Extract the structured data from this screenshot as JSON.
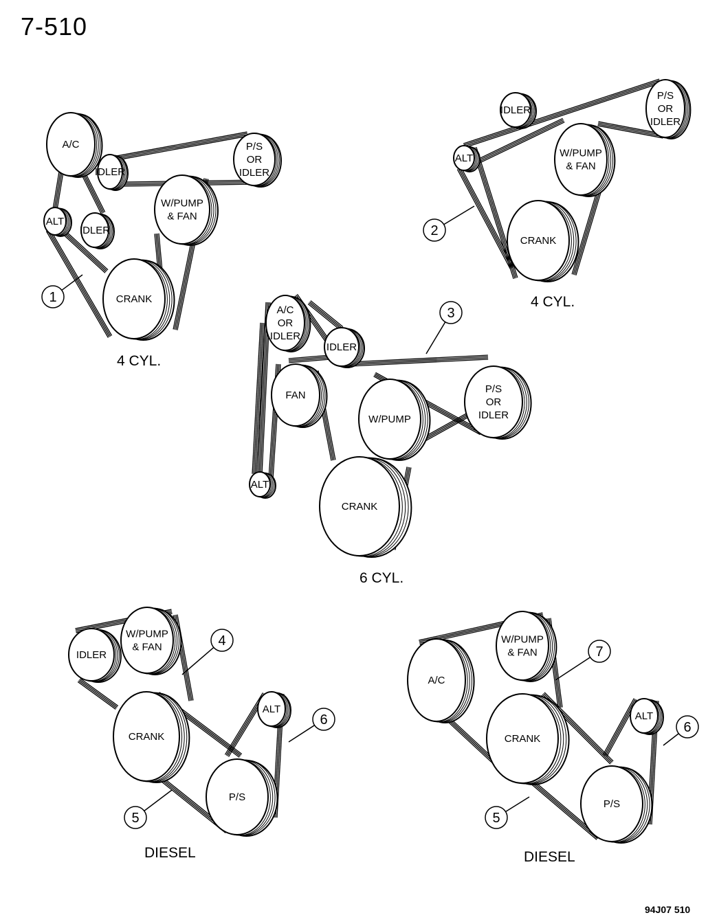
{
  "page_number": "7-510",
  "figure_code": "94J07 510",
  "diagrams": [
    {
      "caption": "4 CYL.",
      "pulleys": [
        {
          "label_lines": [
            "A/C"
          ]
        },
        {
          "label_lines": [
            "IDLER"
          ]
        },
        {
          "label_lines": [
            "P/S",
            "OR",
            "IDLER"
          ]
        },
        {
          "label_lines": [
            "ALT"
          ]
        },
        {
          "label_lines": [
            "IDLER"
          ]
        },
        {
          "label_lines": [
            "W/PUMP",
            "& FAN"
          ]
        },
        {
          "label_lines": [
            "CRANK"
          ]
        }
      ],
      "callouts": [
        "1"
      ]
    },
    {
      "caption": "4 CYL.",
      "pulleys": [
        {
          "label_lines": [
            "IDLER"
          ]
        },
        {
          "label_lines": [
            "P/S",
            "OR",
            "IDLER"
          ]
        },
        {
          "label_lines": [
            "ALT"
          ]
        },
        {
          "label_lines": [
            "W/PUMP",
            "& FAN"
          ]
        },
        {
          "label_lines": [
            "CRANK"
          ]
        }
      ],
      "callouts": [
        "2"
      ]
    },
    {
      "caption": "6 CYL.",
      "pulleys": [
        {
          "label_lines": [
            "A/C",
            "OR",
            "IDLER"
          ]
        },
        {
          "label_lines": [
            "IDLER"
          ]
        },
        {
          "label_lines": [
            "FAN"
          ]
        },
        {
          "label_lines": [
            "W/PUMP"
          ]
        },
        {
          "label_lines": [
            "P/S",
            "OR",
            "IDLER"
          ]
        },
        {
          "label_lines": [
            "ALT"
          ]
        },
        {
          "label_lines": [
            "CRANK"
          ]
        }
      ],
      "callouts": [
        "3"
      ]
    },
    {
      "caption": "DIESEL",
      "pulleys": [
        {
          "label_lines": [
            "IDLER"
          ]
        },
        {
          "label_lines": [
            "W/PUMP",
            "& FAN"
          ]
        },
        {
          "label_lines": [
            "CRANK"
          ]
        },
        {
          "label_lines": [
            "ALT"
          ]
        },
        {
          "label_lines": [
            "P/S"
          ]
        }
      ],
      "callouts": [
        "4",
        "5",
        "6"
      ]
    },
    {
      "caption": "DIESEL",
      "pulleys": [
        {
          "label_lines": [
            "A/C"
          ]
        },
        {
          "label_lines": [
            "W/PUMP",
            "& FAN"
          ]
        },
        {
          "label_lines": [
            "CRANK"
          ]
        },
        {
          "label_lines": [
            "ALT"
          ]
        },
        {
          "label_lines": [
            "P/S"
          ]
        }
      ],
      "callouts": [
        "7",
        "5",
        "6"
      ]
    }
  ]
}
